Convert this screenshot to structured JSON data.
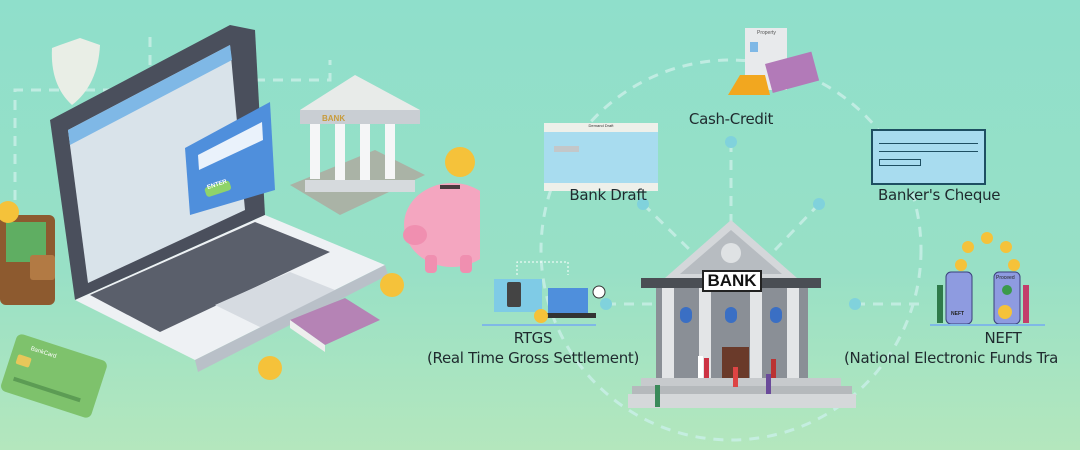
{
  "services": {
    "cash_credit": {
      "label": "Cash-Credit",
      "doc_title": "Property"
    },
    "bank_draft": {
      "label": "Bank Draft",
      "doc_title": "Demand Draft"
    },
    "bankers_cheque": {
      "label": "Banker's Cheque"
    },
    "rtgs": {
      "label": "RTGS",
      "sublabel": "(Real Time Gross Settlement)"
    },
    "neft": {
      "label": "NEFT",
      "sublabel": "(National Electronic Funds Tra",
      "phone_label": "NEFT",
      "proceed_label": "Proceed"
    }
  },
  "center_bank": {
    "sign": "BANK"
  },
  "left_scene": {
    "bank_sign": "BANK",
    "login_button": "ENTER",
    "card_brand": "BankCard"
  },
  "colors": {
    "background_top": "#8fdfcb",
    "background_bottom": "#b4e7bd",
    "node_dot": "#7fd0dc",
    "cheque_blue": "#a8dcef"
  }
}
